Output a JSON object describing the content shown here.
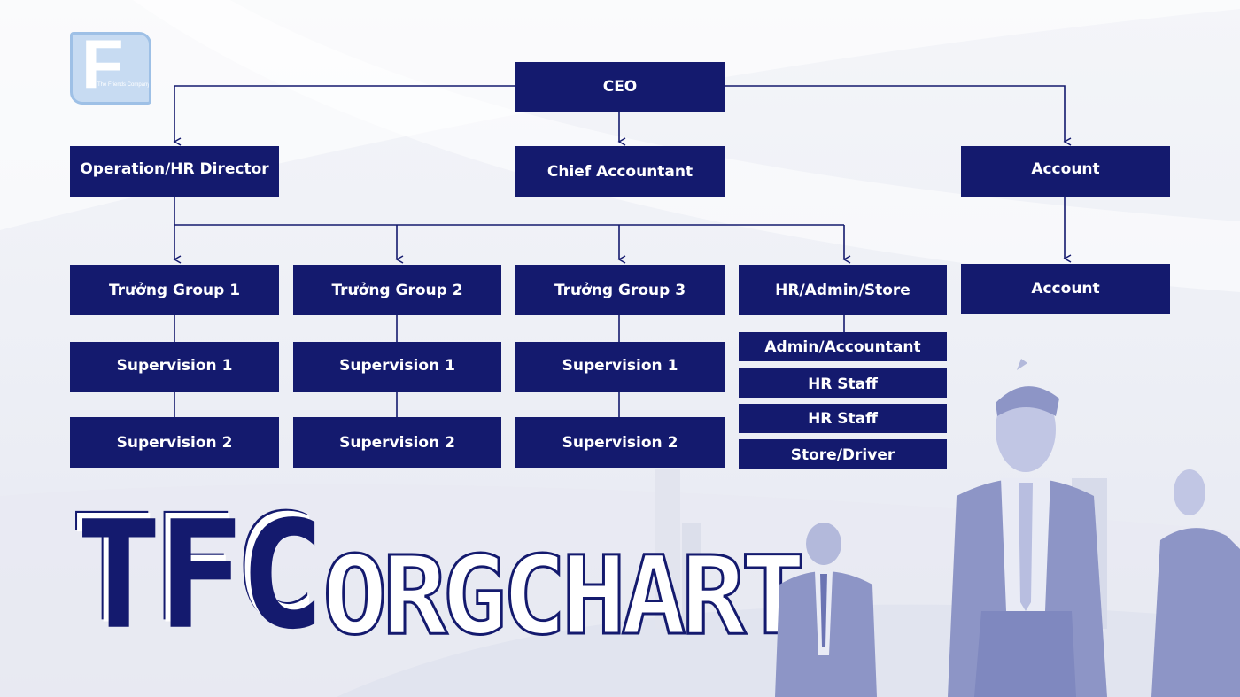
{
  "logo": {
    "letter": "F",
    "company": "The Friends Company"
  },
  "nodes": {
    "ceo": "CEO",
    "operation_hr_director": "Operation/HR Director",
    "chief_accountant": "Chief Accountant",
    "account_top": "Account",
    "account_bottom": "Account",
    "group1": {
      "head": "Trưởng Group 1",
      "sup1": "Supervision 1",
      "sup2": "Supervision 2"
    },
    "group2": {
      "head": "Trưởng Group 2",
      "sup1": "Supervision 1",
      "sup2": "Supervision 2"
    },
    "group3": {
      "head": "Trưởng Group 3",
      "sup1": "Supervision 1",
      "sup2": "Supervision 2"
    },
    "hr": {
      "head": "HR/Admin/Store",
      "staff": [
        "Admin/Accountant",
        "HR Staff",
        "HR Staff",
        "Store/Driver"
      ]
    }
  },
  "title": {
    "tfc": "TFC",
    "orgchart": "ORGCHART"
  },
  "colors": {
    "navy": "#141a6e",
    "illustration": "#8d95c6",
    "logo": "#c7dbf2"
  }
}
